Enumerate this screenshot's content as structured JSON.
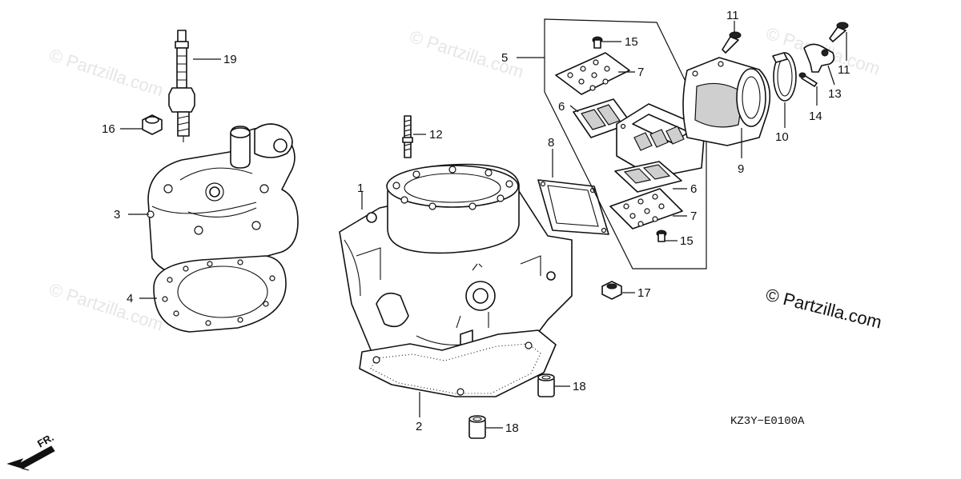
{
  "diagram": {
    "watermark": "© Partzilla.com",
    "copyright": "© Partzilla.com",
    "drawing_code": "KZ3Y−E0100A",
    "direction_label": "FR."
  },
  "callouts": {
    "c1": "1",
    "c2": "2",
    "c3": "3",
    "c4": "4",
    "c5": "5",
    "c6a": "6",
    "c6b": "6",
    "c7a": "7",
    "c7b": "7",
    "c8": "8",
    "c9": "9",
    "c10": "10",
    "c11a": "11",
    "c11b": "11",
    "c12": "12",
    "c13": "13",
    "c14": "14",
    "c15a": "15",
    "c15b": "15",
    "c16": "16",
    "c17": "17",
    "c18a": "18",
    "c18b": "18",
    "c19": "19"
  }
}
